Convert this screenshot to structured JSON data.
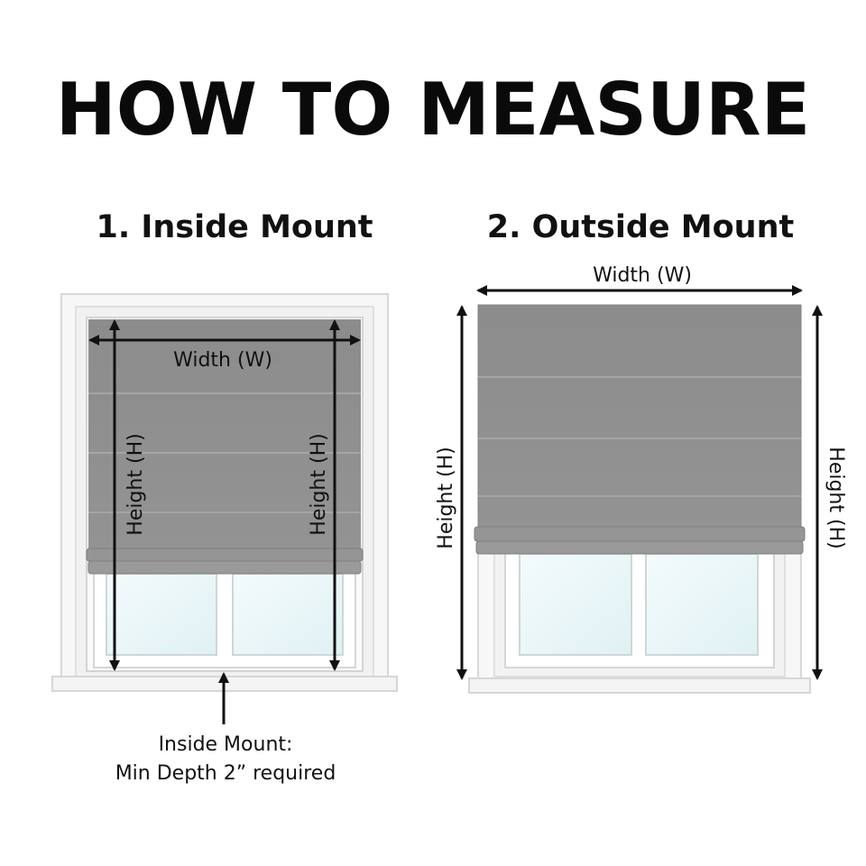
{
  "title": "HOW TO MEASURE",
  "inside_mount": {
    "heading": "1. Inside Mount",
    "width_label": "Width (W)",
    "height_label_left": "Height (H)",
    "height_label_right": "Height (H)",
    "note_line1": "Inside Mount:",
    "note_line2": "Min Depth 2” required"
  },
  "outside_mount": {
    "heading": "2. Outside Mount",
    "width_label": "Width (W)",
    "height_label_left": "Height (H)",
    "height_label_right": "Height (H)"
  },
  "colors": {
    "shade": "#8f8f8f",
    "shade_fold_line": "#a6a6a6",
    "frame": "#f6f6f6",
    "frame_shadow": "#d9d9d9",
    "glass": "#e8f6f8",
    "arrow": "#111111"
  }
}
